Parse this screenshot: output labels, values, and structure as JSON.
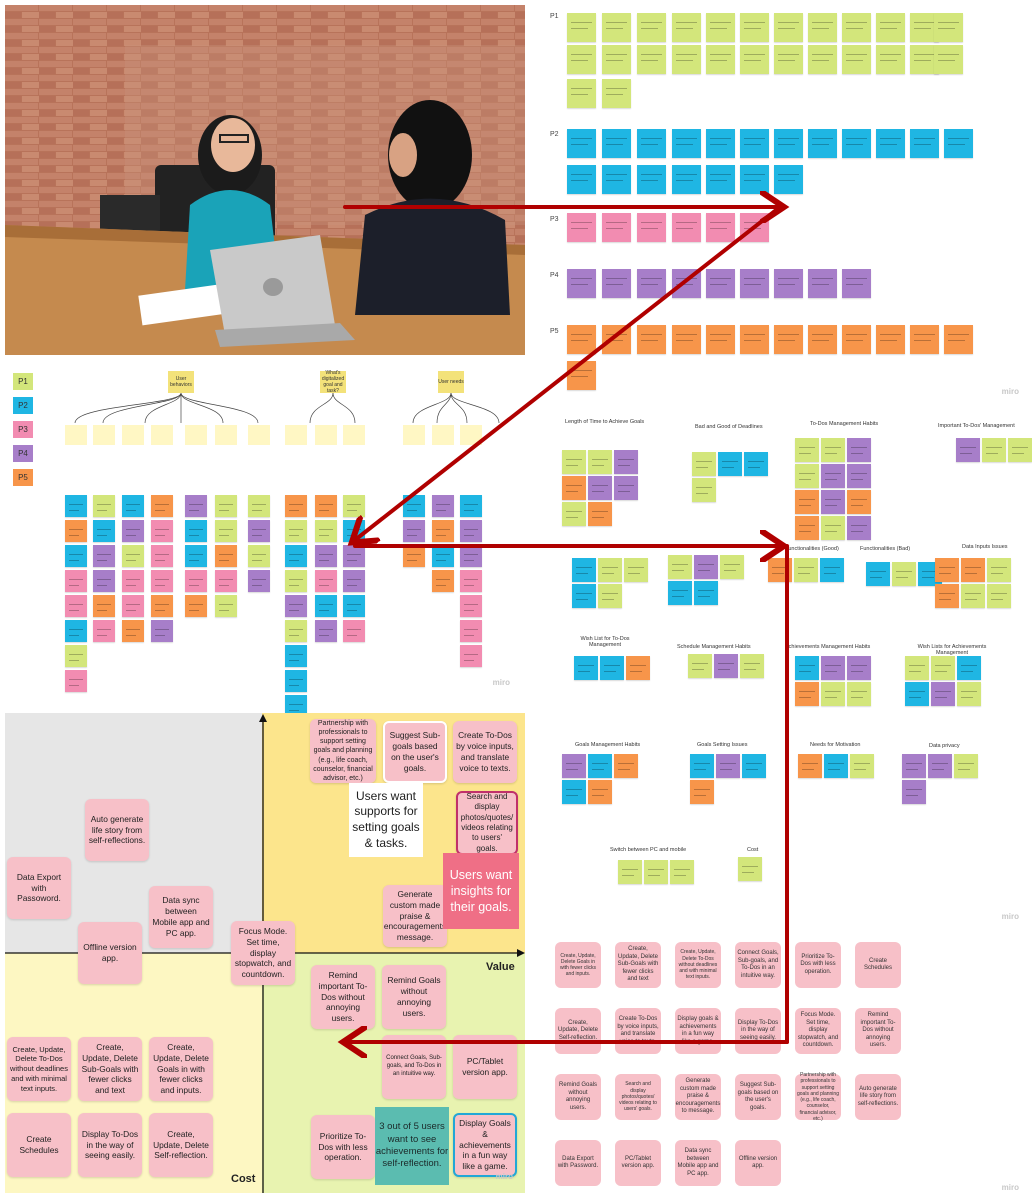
{
  "colors": {
    "P1": "#d3e67b",
    "P2": "#1fb6e3",
    "P3": "#f28cb1",
    "P4": "#a77ec9",
    "P5": "#f7954a",
    "yellow": "#f7e25a",
    "pink_note": "#f7c0c8",
    "arrow": "#b00000",
    "quad_gray": "#e6e6e6",
    "quad_yellow": "#fdf7c2",
    "quad_orange": "#fce07a",
    "quad_green": "#e8f3b0"
  },
  "affinity_board": {
    "rows": [
      {
        "label": "P1"
      },
      {
        "label": "P2"
      },
      {
        "label": "P3"
      },
      {
        "label": "P4"
      },
      {
        "label": "P5"
      }
    ],
    "watermark": "miro"
  },
  "tree_board": {
    "legend": [
      "P1",
      "P2",
      "P3",
      "P4",
      "P5"
    ],
    "root_nodes": [
      "User behaviors",
      "What's digitalized goal and task?",
      "User needs"
    ],
    "watermark": "miro"
  },
  "category_board": {
    "headings": [
      "Length of Time to Achieve Goals",
      "Bad and Good of Deadlines",
      "To-Dos Management Habits",
      "Important To-Dos' Management",
      "Functionalities (Good)",
      "Functionalities (Bad)",
      "Data Inputs Issues",
      "Wish List for To-Dos Management",
      "Schedule Management Habits",
      "Achievements Management Habits",
      "Wish Lists for Achievements Management",
      "Goals Management Habits",
      "Goals Setting Issues",
      "Needs for Motivation",
      "Data privacy",
      "Switch between PC and mobile",
      "Cost"
    ],
    "watermark": "miro"
  },
  "ideas_board": {
    "notes": [
      "Create, Update, Delete Goals in with fewer clicks and inputs.",
      "Create, Update, Delete Sub-Goals with fewer clicks and text",
      "Create, Update, Delete To-Dos without deadlines and with minimal text inputs.",
      "Connect Goals, Sub-goals, and To-Dos in an intuitive way.",
      "Prioritize To-Dos with less operation.",
      "Create Schedules",
      "Create, Update, Delete Self-reflection.",
      "Create To-Dos by voice inputs, and translate voice to texts.",
      "Display goals & achievements in a fun way like a game.",
      "Display To-Dos in the way of seeing easily.",
      "Focus Mode. Set time, display stopwatch, and countdown.",
      "Remind important To-Dos without annoying users.",
      "Remind Goals without annoying users.",
      "Search and display photos/quotes/ videos relating to users' goals.",
      "Generate custom made praise & encouragements to message.",
      "Suggest Sub-goals based on the user's goals.",
      "Partnership with professionals to support setting goals and planning (e.g., life coach, counselor, financial advisor, etc.)",
      "Auto generate life story from self-reflections.",
      "Data Export with Password.",
      "PC/Tablet version app.",
      "Data sync between Mobile app and PC app.",
      "Offline version app."
    ],
    "watermark": "miro"
  },
  "matrix": {
    "x_label": "Value",
    "y_label": "Cost",
    "watermark": "miro",
    "gray_quadrant": {
      "notes": [
        "Auto generate life story from self-reflections.",
        "Data Export with Passoword.",
        "Data sync between Mobile app and PC app.",
        "Offline version app."
      ]
    },
    "center_note": "Focus Mode. Set time, display stopwatch, and countdown.",
    "value_quadrant": {
      "notes": [
        "Partnership with professionals to support setting goals and planning (e.g., life coach, counselor, financial advisor, etc.)",
        "Suggest Sub-goals based on the user's goals.",
        "Create To-Dos by voice inputs, and translate voice to texts.",
        "Search and display photos/quotes/ videos relating to users' goals.",
        "Generate custom made praise & encouragements message."
      ],
      "insight_white": "Users want supports for setting goals & tasks.",
      "insight_red": "Users want insights for their goals."
    },
    "green_quadrant": {
      "notes": [
        "Remind important To-Dos without annoying users.",
        "Remind Goals without annoying users.",
        "Connect Goals, Sub-goals, and To-Dos in an intuitive way.",
        "PC/Tablet version app.",
        "Prioritize To-Dos with less operation.",
        "Display Goals & achievements in a fun way like a game."
      ],
      "insight_teal": "3 out of 5 users want to see achievements for self-reflection."
    },
    "yellow_quadrant": {
      "notes": [
        "Create, Update, Delete To-Dos without deadlines and with minimal text inputs.",
        "Create, Update, Delete Sub-Goals with fewer clicks and text",
        "Create, Update, Delete Goals in with fewer clicks and inputs.",
        "Create Schedules",
        "Display To-Dos in the way of seeing easily.",
        "Create, Update, Delete Self-reflection."
      ]
    }
  }
}
